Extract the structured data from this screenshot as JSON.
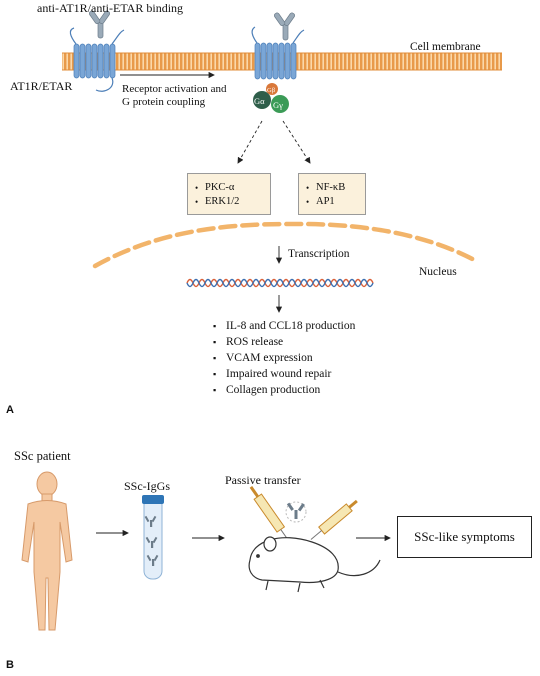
{
  "panel_a": {
    "label": "A",
    "binding_label": "anti-AT1R/anti-ETAR binding",
    "receptor_label": "AT1R/ETAR",
    "membrane_label": "Cell membrane",
    "activation_label_1": "Receptor activation and",
    "activation_label_2": "G protein coupling",
    "g_alpha": "Gα",
    "g_beta": "Gβ",
    "g_gamma": "Gγ",
    "kinases": [
      "PKC-α",
      "ERK1/2"
    ],
    "factors": [
      "NF-κB",
      "AP1"
    ],
    "transcription_label": "Transcription",
    "nucleus_label": "Nucleus",
    "outcomes": [
      "IL-8 and CCL18 production",
      "ROS release",
      "VCAM expression",
      "Impaired wound repair",
      "Collagen production"
    ]
  },
  "panel_b": {
    "label": "B",
    "patient_label": "SSc patient",
    "igg_label": "SSc-IgGs",
    "transfer_label": "Passive transfer",
    "symptoms_label": "SSc-like symptoms"
  },
  "colors": {
    "receptor": "#7aa6d6",
    "membrane": "#f2b46a",
    "g_alpha": "#2f5e4a",
    "g_beta": "#d9783a",
    "g_gamma": "#3b9b57",
    "box_fill": "#fbf1dc",
    "skin": "#f5c9a2"
  }
}
